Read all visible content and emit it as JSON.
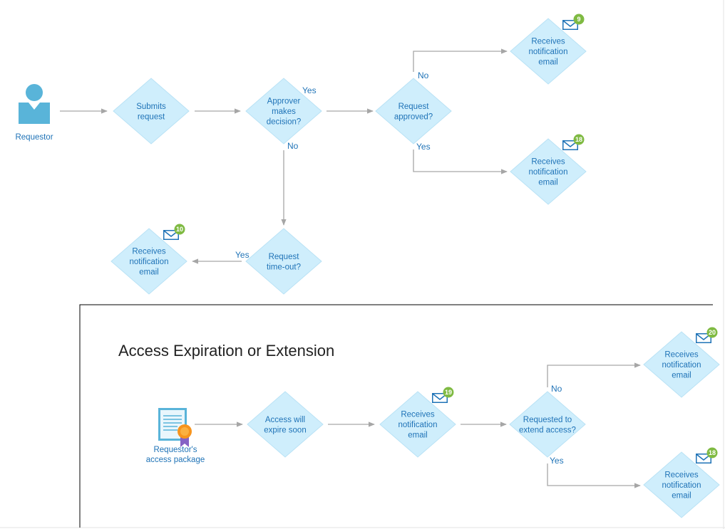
{
  "colors": {
    "diamond_fill": "#cfeefc",
    "diamond_stroke": "#b9e2f5",
    "text": "#1f73b7",
    "arrow": "#a6a6a6",
    "person": "#59b4d9",
    "badge": "#7fba42",
    "envelope_fill": "#1f73b7",
    "section_border": "#000000",
    "certificate": "#59b4d9",
    "ribbon": "#f7941d",
    "ribbon_tail": "#8661c5"
  },
  "diagram": {
    "requestor": {
      "label": "Requestor",
      "icon": "person-icon"
    },
    "nodes": {
      "submits": [
        "Submits",
        "request"
      ],
      "approver": [
        "Approver",
        "makes",
        "decision?"
      ],
      "approved": [
        "Request",
        "approved?"
      ],
      "notify_9": [
        "Receives",
        "notification",
        "email"
      ],
      "notify_18a": [
        "Receives",
        "notification",
        "email"
      ],
      "timeout": [
        "Request",
        "time-out?"
      ],
      "notify_10": [
        "Receives",
        "notification",
        "email"
      ]
    },
    "labels": {
      "approver_yes": "Yes",
      "approver_no": "No",
      "approved_no": "No",
      "approved_yes": "Yes",
      "timeout_yes": "Yes"
    },
    "badges": {
      "notify_9": "9",
      "notify_18a": "18",
      "notify_10": "10"
    }
  },
  "section": {
    "title": "Access Expiration or Extension",
    "package": {
      "label_line1": "Requestor's",
      "label_line2": "access package",
      "icon": "certificate-icon"
    },
    "nodes": {
      "expire": [
        "Access will",
        "expire soon"
      ],
      "notify_19": [
        "Receives",
        "notification",
        "email"
      ],
      "extend": [
        "Requested to",
        "extend access?"
      ],
      "notify_20": [
        "Receives",
        "notification",
        "email"
      ],
      "notify_18b": [
        "Receives",
        "notification",
        "email"
      ]
    },
    "labels": {
      "extend_no": "No",
      "extend_yes": "Yes"
    },
    "badges": {
      "notify_19": "19",
      "notify_20": "20",
      "notify_18b": "18"
    }
  }
}
